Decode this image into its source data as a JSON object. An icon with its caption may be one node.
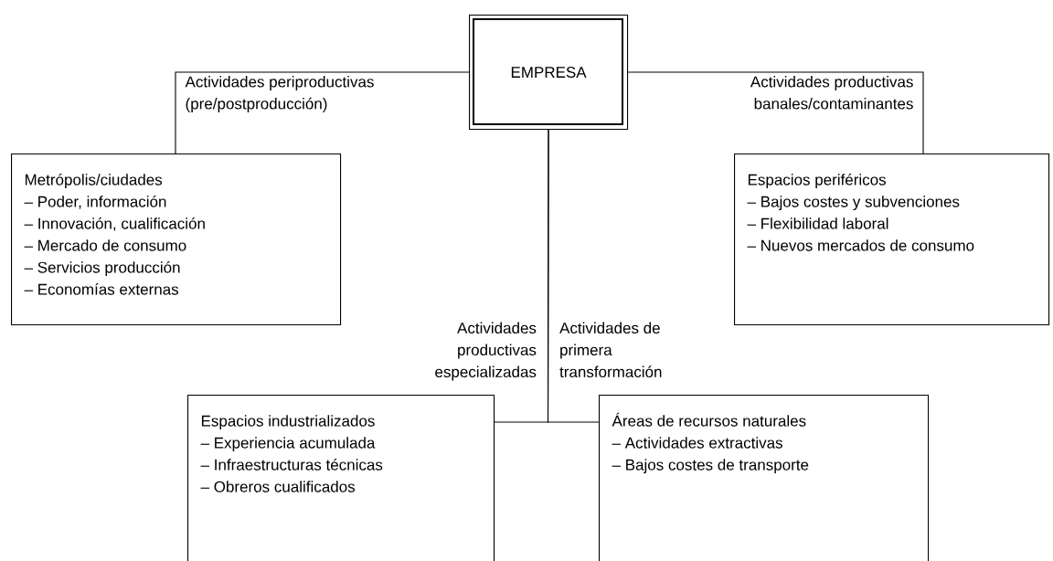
{
  "diagram": {
    "nodes": [
      {
        "text": [
          "EMPRESA"
        ]
      },
      {
        "text": [
          "Metrópolis/ciudades",
          "– Poder, información",
          "– Innovación, cualificación",
          "– Mercado de consumo",
          "– Servicios producción",
          "– Economías externas"
        ]
      },
      {
        "text": [
          "Espacios periféricos",
          "– Bajos costes y subvenciones",
          "– Flexibilidad laboral",
          "– Nuevos mercados de consumo"
        ]
      },
      {
        "text": [
          "Espacios industrializados",
          "– Experiencia acumulada",
          "– Infraestructuras técnicas",
          "– Obreros cualificados"
        ]
      },
      {
        "text": [
          "Áreas de recursos naturales",
          "– Actividades extractivas",
          "– Bajos costes de transporte"
        ]
      }
    ],
    "edges": [
      {
        "from": 0,
        "to": 1,
        "arrow": "none",
        "label": "Actividades periproductivas (pre/postproducción)"
      },
      {
        "from": 0,
        "to": 2,
        "arrow": "none",
        "label": "Actividades productivas banales/contaminantes"
      },
      {
        "from": 0,
        "to": 3,
        "arrow": "none",
        "label": "Actividades productivas especializadas"
      },
      {
        "from": 0,
        "to": 4,
        "arrow": "none",
        "label": "Actividades de primera transformación"
      }
    ]
  }
}
